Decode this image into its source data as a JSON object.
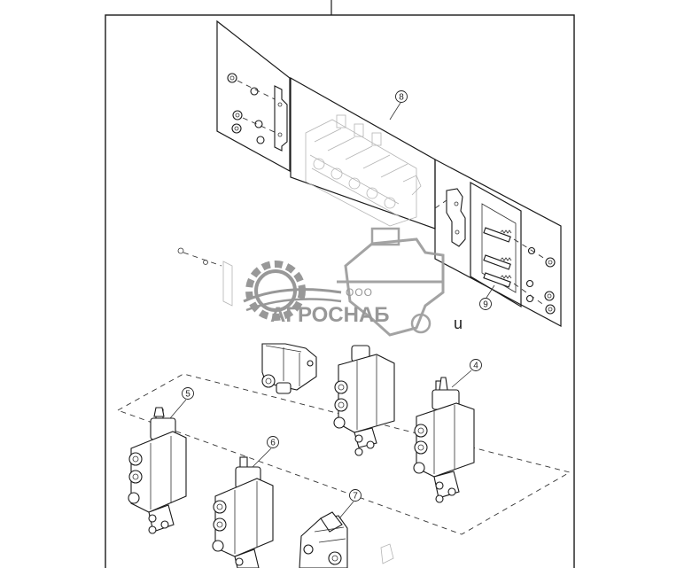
{
  "callouts": [
    {
      "id": "8",
      "label": "8"
    },
    {
      "id": "9",
      "label": "9"
    },
    {
      "id": "4",
      "label": "4"
    },
    {
      "id": "5",
      "label": "5"
    },
    {
      "id": "6",
      "label": "6"
    },
    {
      "id": "7",
      "label": "7"
    }
  ],
  "watermark": {
    "brand": "АГРОСНАБ",
    "prefix": "ООО",
    "stray_char": "u"
  },
  "colors": {
    "line": "#1a1a1a",
    "watermark": "#8d8d8d",
    "background": "#ffffff"
  }
}
